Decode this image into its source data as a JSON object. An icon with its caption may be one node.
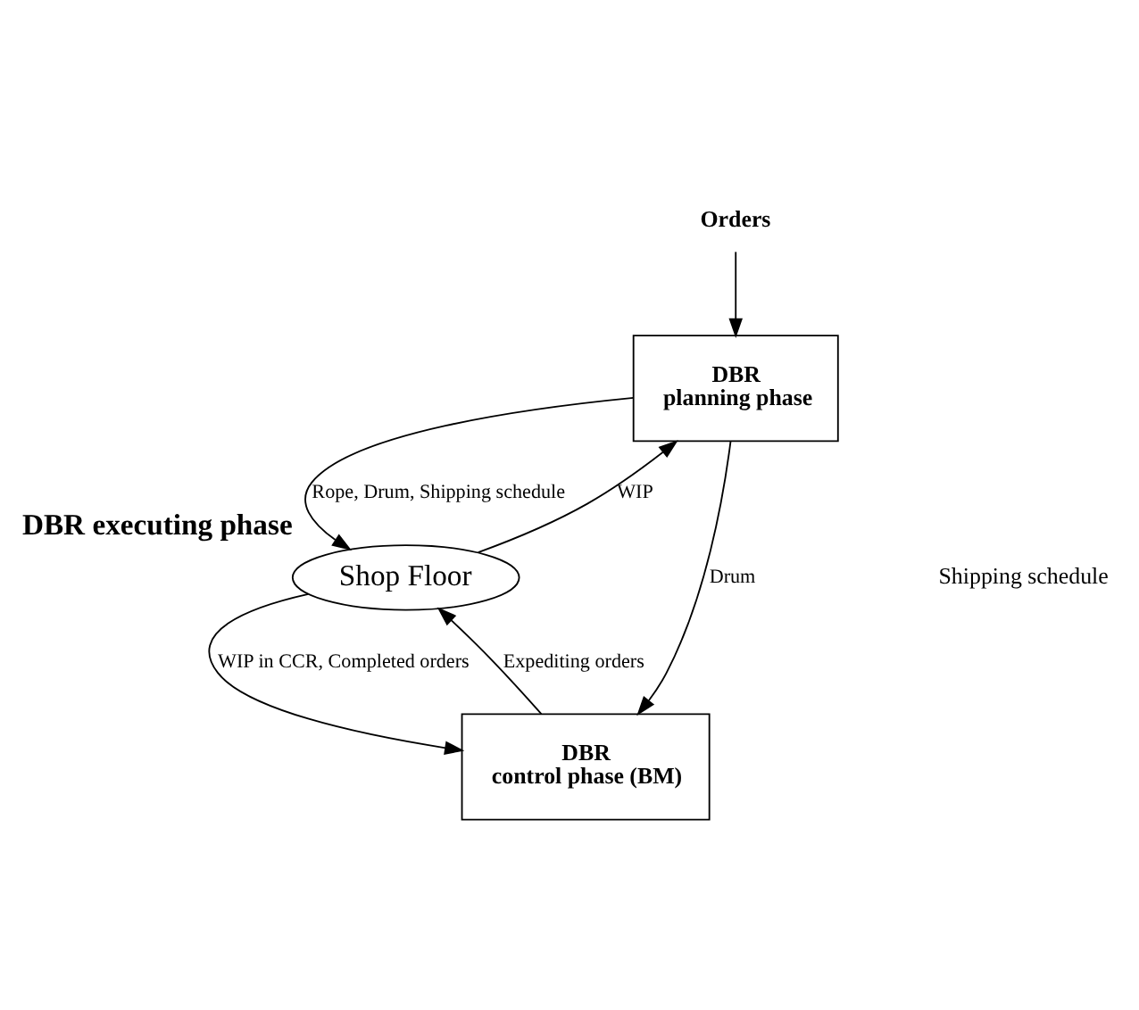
{
  "diagram": {
    "nodes": [
      {
        "text": [
          "Orders"
        ]
      },
      {
        "text": [
          "DBR",
          "planning phase"
        ]
      },
      {
        "text": [
          "Shop Floor"
        ],
        "beside": [
          "DBR executing phase"
        ]
      },
      {
        "text": [
          "DBR",
          "control phase (BM)"
        ]
      }
    ],
    "edges": [
      {
        "from": 0,
        "to": 1,
        "arrow": "to"
      },
      {
        "from": 2,
        "to": 1,
        "arrow": "to",
        "label": "WIP"
      },
      {
        "from": 1,
        "to": 2,
        "arrow": "to",
        "label": "Rope, Drum, Shipping schedule"
      },
      {
        "from": 1,
        "to": 3,
        "arrow": "to",
        "label": "Drum"
      },
      {
        "from": 2,
        "to": 3,
        "arrow": "to",
        "label": "WIP in CCR, Completed orders"
      },
      {
        "from": 3,
        "to": 2,
        "arrow": "to",
        "label": "Expediting orders"
      }
    ],
    "labels": [
      "Shipping schedule"
    ]
  }
}
